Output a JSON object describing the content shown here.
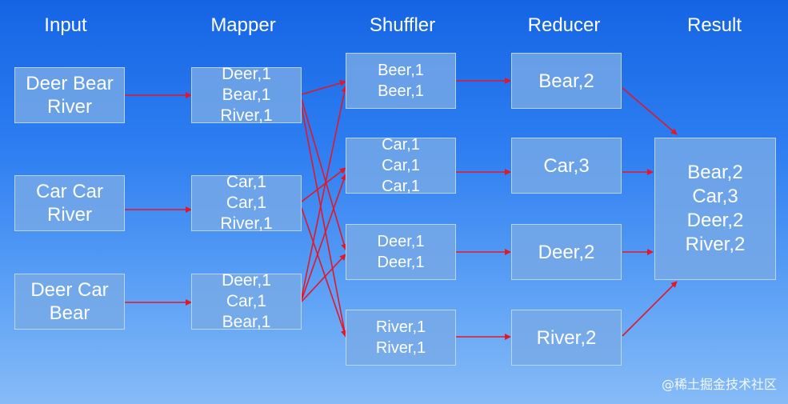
{
  "stages": {
    "input": "Input",
    "mapper": "Mapper",
    "shuffler": "Shuffler",
    "reducer": "Reducer",
    "result": "Result"
  },
  "input": [
    [
      "Deer Bear",
      "River"
    ],
    [
      "Car Car",
      "River"
    ],
    [
      "Deer Car",
      "Bear"
    ]
  ],
  "mapper": [
    [
      "Deer,1",
      "Bear,1",
      "River,1"
    ],
    [
      "Car,1",
      "Car,1",
      "River,1"
    ],
    [
      "Deer,1",
      "Car,1",
      "Bear,1"
    ]
  ],
  "shuffler": [
    [
      "Beer,1",
      "Beer,1"
    ],
    [
      "Car,1",
      "Car,1",
      "Car,1"
    ],
    [
      "Deer,1",
      "Deer,1"
    ],
    [
      "River,1",
      "River,1"
    ]
  ],
  "reducer": [
    "Bear,2",
    "Car,3",
    "Deer,2",
    "River,2"
  ],
  "result": [
    "Bear,2",
    "Car,3",
    "Deer,2",
    "River,2"
  ],
  "watermark": "@稀土掘金技术社区",
  "colors": {
    "arrow": "#e0182a",
    "box": "#78aae6"
  }
}
